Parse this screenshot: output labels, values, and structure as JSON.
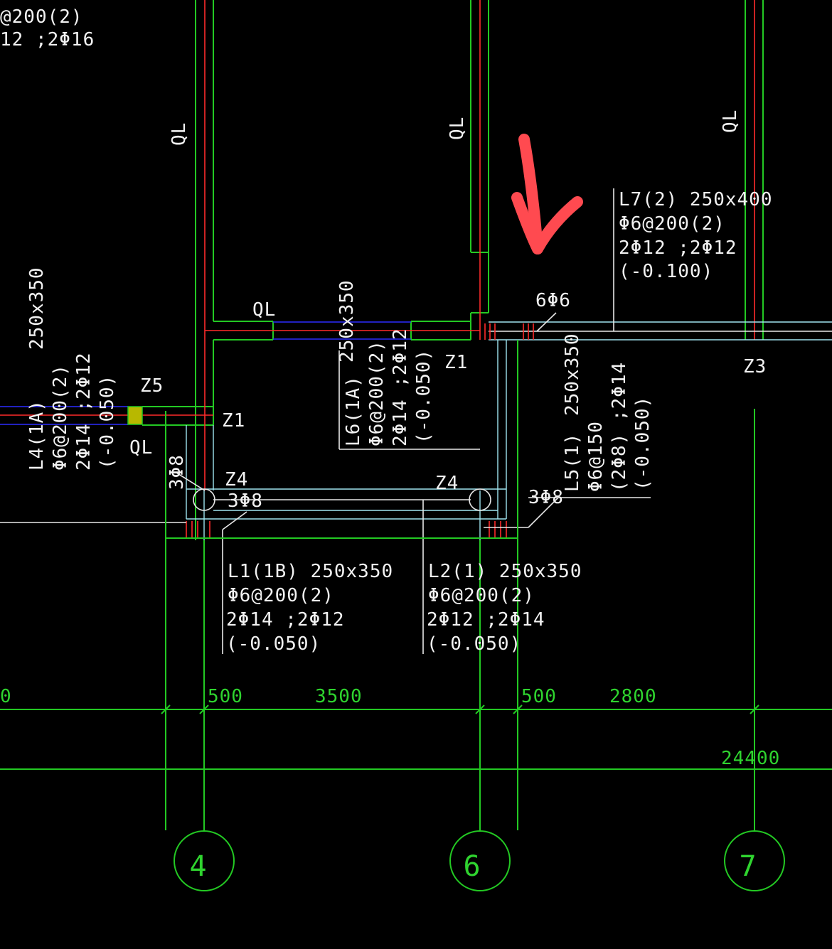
{
  "colors": {
    "background": "#000000",
    "axis_green": "#23c923",
    "text_white": "#f2f2f2",
    "wall_red": "#ff2a2a",
    "beam_blue": "#2c2cff",
    "annotation_arrow": "#ff4a50"
  },
  "top_left_partial": {
    "line1": "@200(2)",
    "line2": "12  ;2Φ16"
  },
  "wall_labels": {
    "ql_vertical": "QL",
    "ql_horizontal": "QL"
  },
  "beams": {
    "L7": {
      "name": "L7(2)   250x400",
      "stirrup": "Φ6@200(2)",
      "bars": "2Φ12  ;2Φ12",
      "elevation": "(-0.100)"
    },
    "L6": {
      "name": "L6(1A)",
      "stirrup": "Φ6@200(2)",
      "bars": "2Φ14  ;2Φ12",
      "elevation": "(-0.050)",
      "size": "250x350"
    },
    "L4": {
      "name": "L4(1A)",
      "stirrup": "Φ6@200(2)",
      "bars": "2Φ14  ;2Φ12",
      "elevation": "(-0.050)",
      "size": "250x350"
    },
    "L5": {
      "name": "L5(1)",
      "stirrup": "Φ6@150",
      "bars": "(2Φ8)  ;2Φ14",
      "elevation": "(-0.050)",
      "size": "250x350"
    },
    "L1": {
      "name": "L1(1B)   250x350",
      "stirrup": "Φ6@200(2)",
      "bars": "2Φ14 ;2Φ12",
      "elevation": "(-0.050)"
    },
    "L2": {
      "name": "L2(1)   250x350",
      "stirrup": "Φ6@200(2)",
      "bars": "2Φ12  ;2Φ14",
      "elevation": "(-0.050)"
    }
  },
  "columns": {
    "z1_a": "Z1",
    "z1_b": "Z1",
    "z3": "Z3",
    "z5": "Z5",
    "z4_a": "Z4",
    "z4_b": "Z4"
  },
  "rebar_notes": {
    "top": "6Φ6",
    "left": "3Φ8",
    "mid": "3Φ8",
    "right": "3Φ8"
  },
  "dimensions": {
    "d0": "0",
    "d1": "500",
    "d2": "3500",
    "d3": "500",
    "d4": "2800",
    "total": "24400"
  },
  "axes": {
    "a4": "4",
    "a6": "6",
    "a7": "7"
  }
}
